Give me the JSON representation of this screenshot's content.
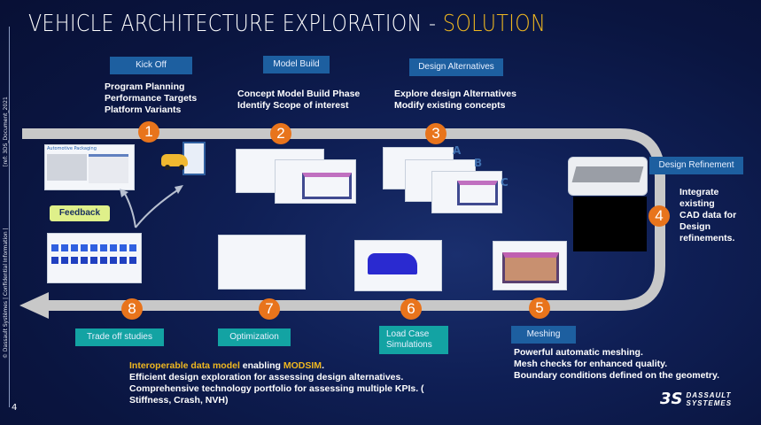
{
  "title": {
    "main": "VEHICLE ARCHITECTURE EXPLORATION - ",
    "accent": "SOLUTION"
  },
  "side": {
    "ref": "[ref: 3DS_Document_2021",
    "confidential": "© Dassault Systèmes | Confidential Information |"
  },
  "page_number": "4",
  "stages": [
    {
      "number": "1",
      "label": "Kick Off",
      "description": [
        "Program Planning",
        "Performance Targets",
        "Platform Variants"
      ],
      "thumbnail_title": "Automotive Packaging"
    },
    {
      "number": "2",
      "label": "Model Build",
      "description": [
        "Concept Model Build Phase",
        "Identify Scope of interest"
      ]
    },
    {
      "number": "3",
      "label": "Design Alternatives",
      "description": [
        "Explore design Alternatives",
        "Modify existing concepts"
      ],
      "variants": [
        "A",
        "B",
        "C"
      ]
    },
    {
      "number": "4",
      "label": "Design Refinement",
      "description": [
        "Integrate",
        "existing",
        "CAD data for",
        "Design",
        "refinements."
      ]
    },
    {
      "number": "5",
      "label": "Meshing",
      "description": [
        "Powerful automatic meshing.",
        "Mesh checks for enhanced quality.",
        "Boundary conditions defined on the geometry."
      ]
    },
    {
      "number": "6",
      "label": "Load Case Simulations",
      "label_lines": [
        "Load Case",
        "Simulations"
      ]
    },
    {
      "number": "7",
      "label": "Optimization"
    },
    {
      "number": "8",
      "label": "Trade off studies"
    }
  ],
  "feedback_label": "Feedback",
  "summary": {
    "line1_accent": "Interoperable data model",
    "line1_middle": " enabling ",
    "line1_modsim": "MODSIM",
    "line1_end": ".",
    "line2": "Efficient design exploration for assessing design alternatives.",
    "line3": "Comprehensive technology portfolio for assessing multiple KPIs. (",
    "line4": "Stiffness, Crash, NVH)"
  },
  "logo": {
    "line1": "DASSAULT",
    "line2": "SYSTEMES"
  },
  "colors": {
    "accent": "#f0b820",
    "badge": "#e8741c",
    "label_blue": "#1d5fa0",
    "label_teal": "#13a3a3",
    "path": "#c8c8c8"
  }
}
